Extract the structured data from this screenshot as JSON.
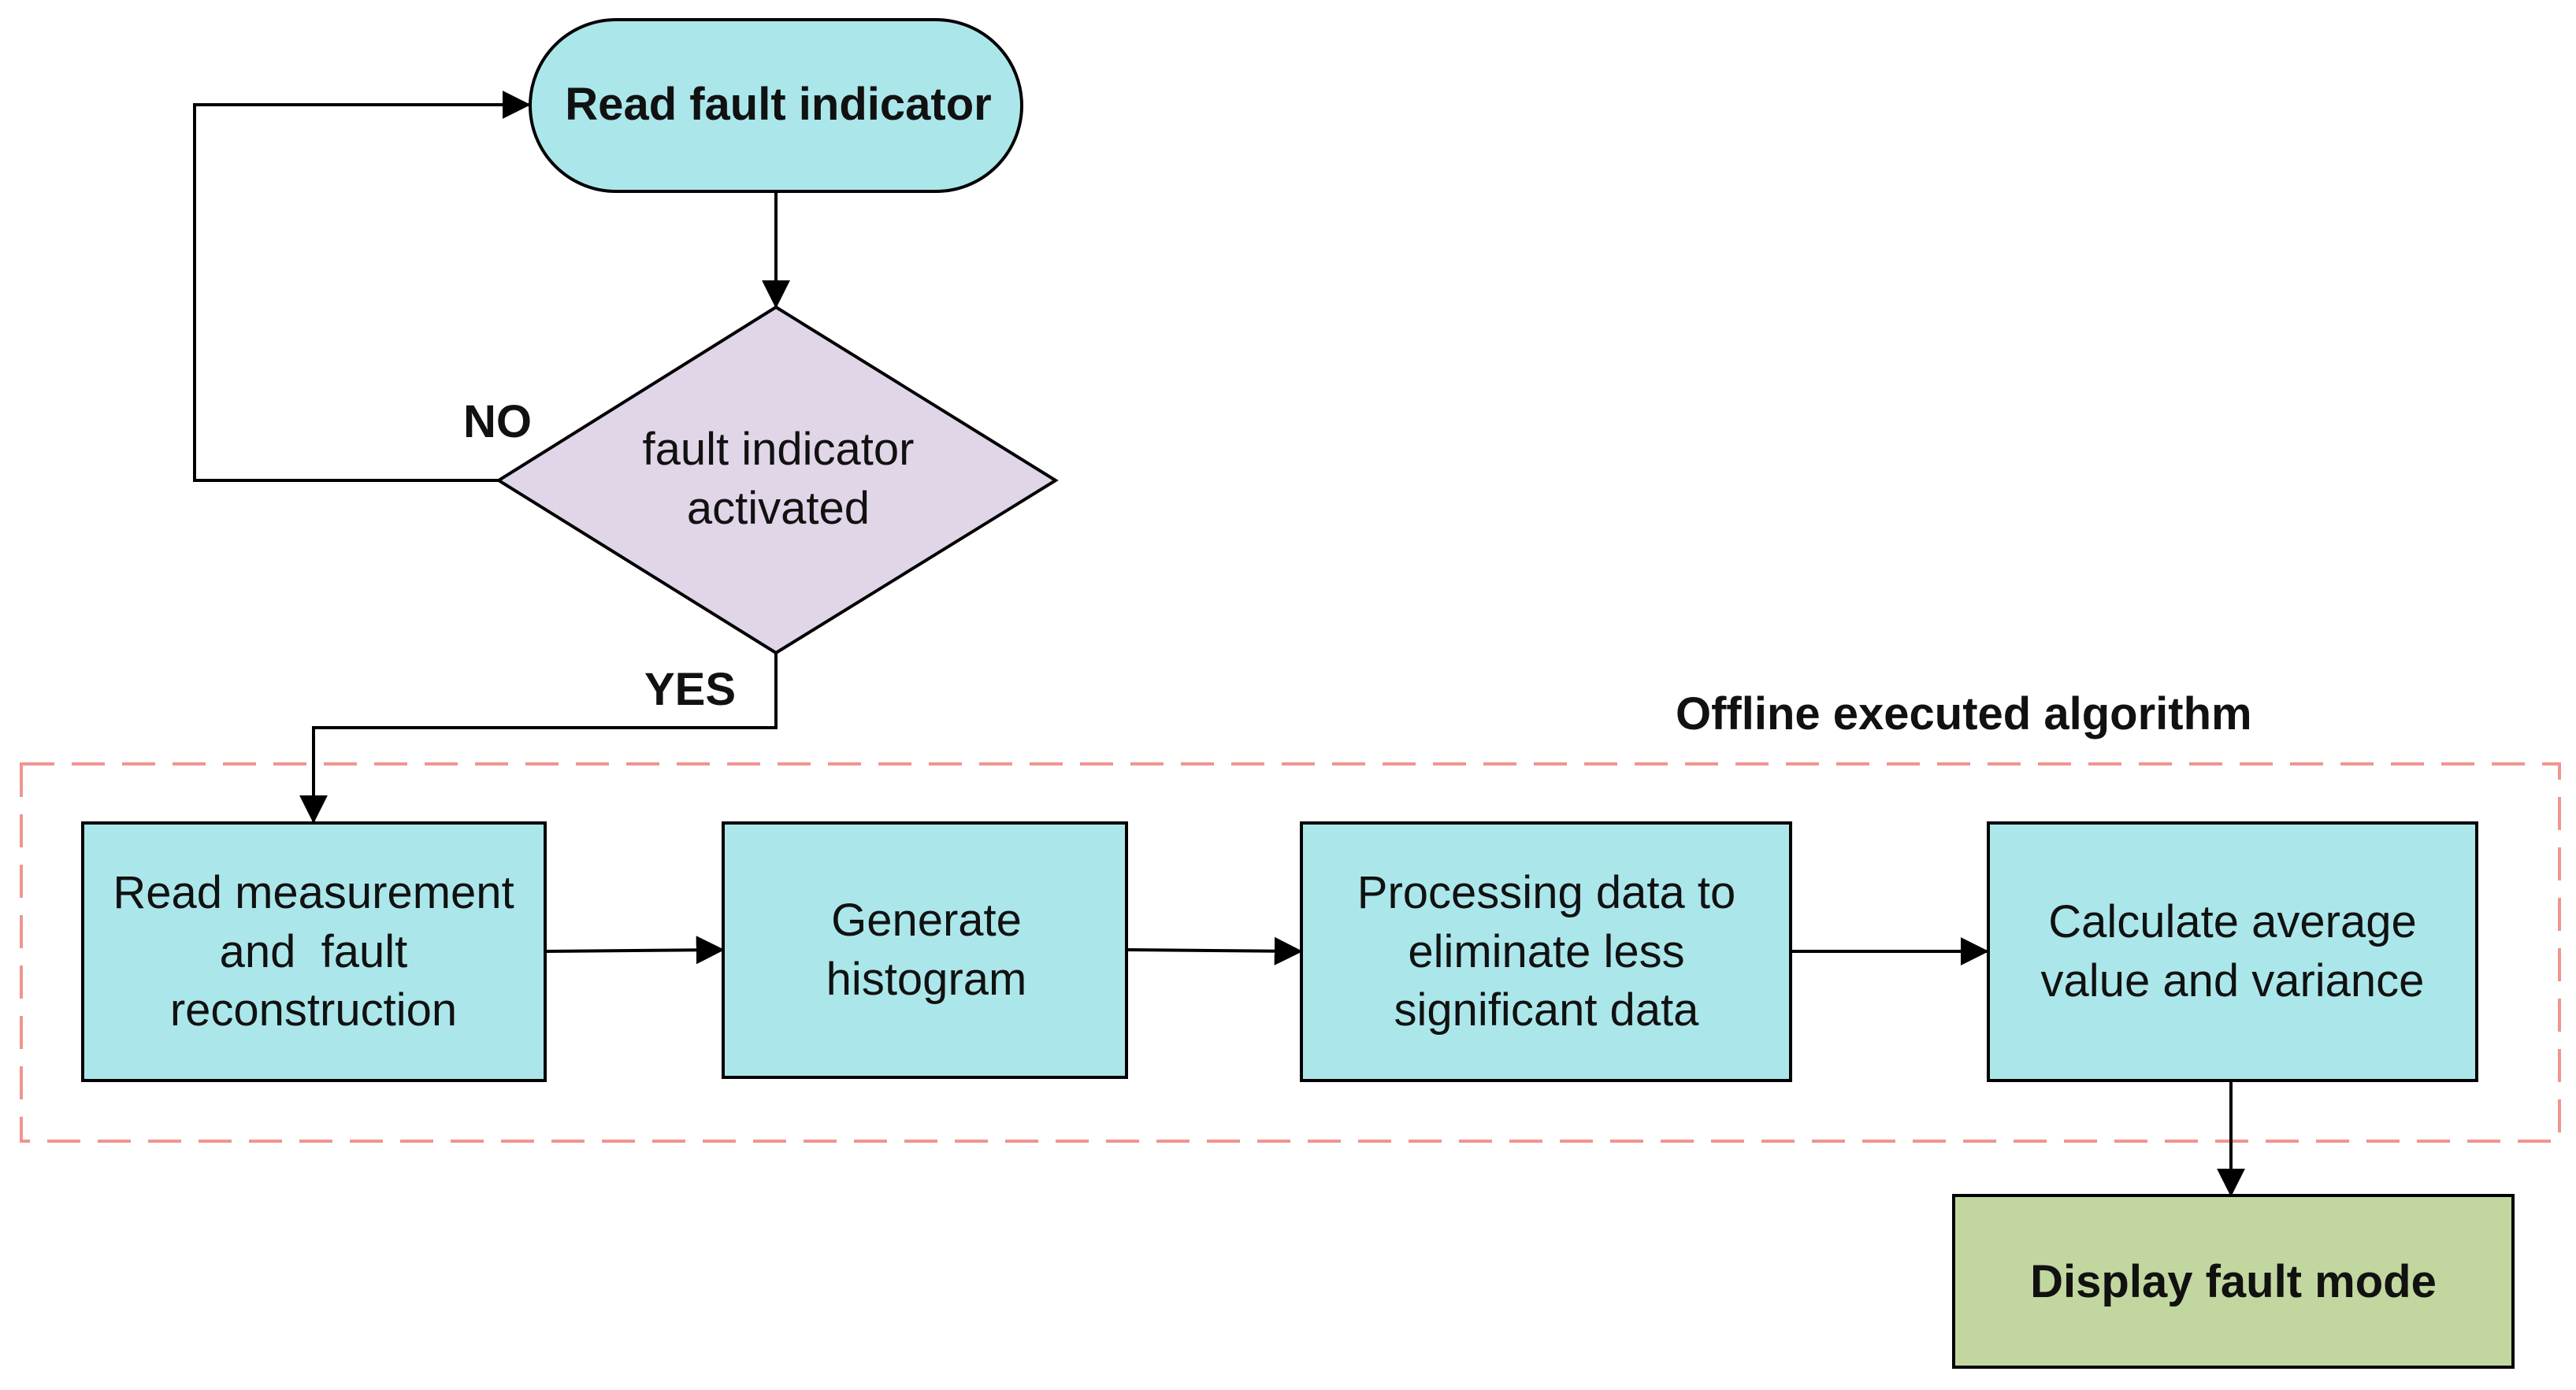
{
  "colors": {
    "cyan_fill": "#ABE7EA",
    "diamond_fill": "#E0D6E8",
    "green_fill": "#C2D79F",
    "dashed_border": "#F0958F",
    "line": "#000000"
  },
  "nodes": {
    "start": {
      "text": "Read fault indicator"
    },
    "decision": {
      "line1": "fault indicator",
      "line2": "activated"
    },
    "read_measurement": {
      "line1": "Read measurement",
      "line2": "and  fault",
      "line3": "reconstruction"
    },
    "generate_histogram": {
      "line1": "Generate",
      "line2": "histogram"
    },
    "processing": {
      "line1": "Processing data to",
      "line2": "eliminate less",
      "line3": "significant data"
    },
    "calculate": {
      "line1": "Calculate average",
      "line2": "value and variance"
    },
    "display": {
      "text": "Display fault mode"
    }
  },
  "labels": {
    "no": "NO",
    "yes": "YES",
    "offline_group": "Offline executed algorithm"
  }
}
